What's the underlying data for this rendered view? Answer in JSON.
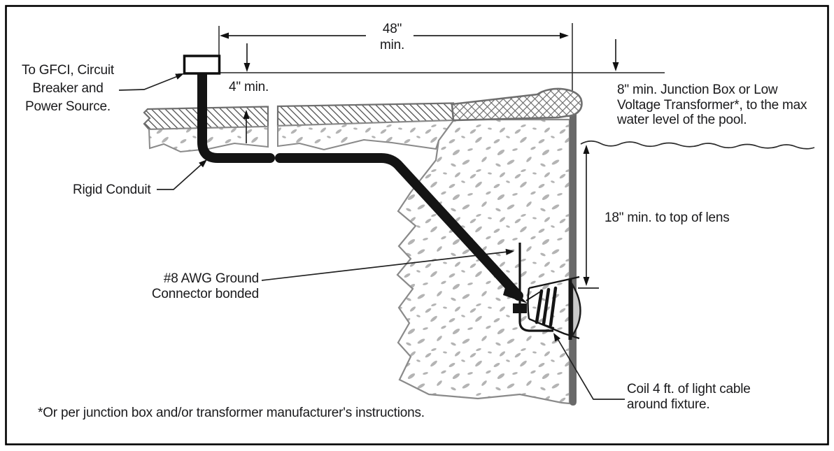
{
  "figure": {
    "title": "Pool light installation cross-section diagram",
    "colors": {
      "line_black": "#141414",
      "structure_gray": "#6f6f6f",
      "wall_gray": "#696969",
      "speckle_gray": "#b4b4b4",
      "lens_gray": "#c9c9c9",
      "text": "#1a1a1c",
      "background": "#ffffff"
    }
  },
  "labels": {
    "gfci": {
      "lines": [
        "To GFCI, Circuit",
        "Breaker and",
        "Power Source."
      ]
    },
    "rigid_conduit": "Rigid Conduit",
    "dim_48": {
      "value": "48\"",
      "qualifier": "min."
    },
    "dim_4": "4\" min.",
    "junction_box_note": {
      "lines": [
        "8\" min. Junction Box or Low",
        "Voltage Transformer*, to the max",
        "water level of the pool."
      ]
    },
    "dim_18": "18\" min. to top of lens",
    "ground_connector": {
      "lines": [
        "#8 AWG Ground",
        "Connector bonded"
      ]
    },
    "coil_note": {
      "lines": [
        "Coil 4 ft. of light cable",
        "around fixture."
      ]
    },
    "footnote": "*Or per junction box and/or transformer manufacturer's instructions."
  }
}
